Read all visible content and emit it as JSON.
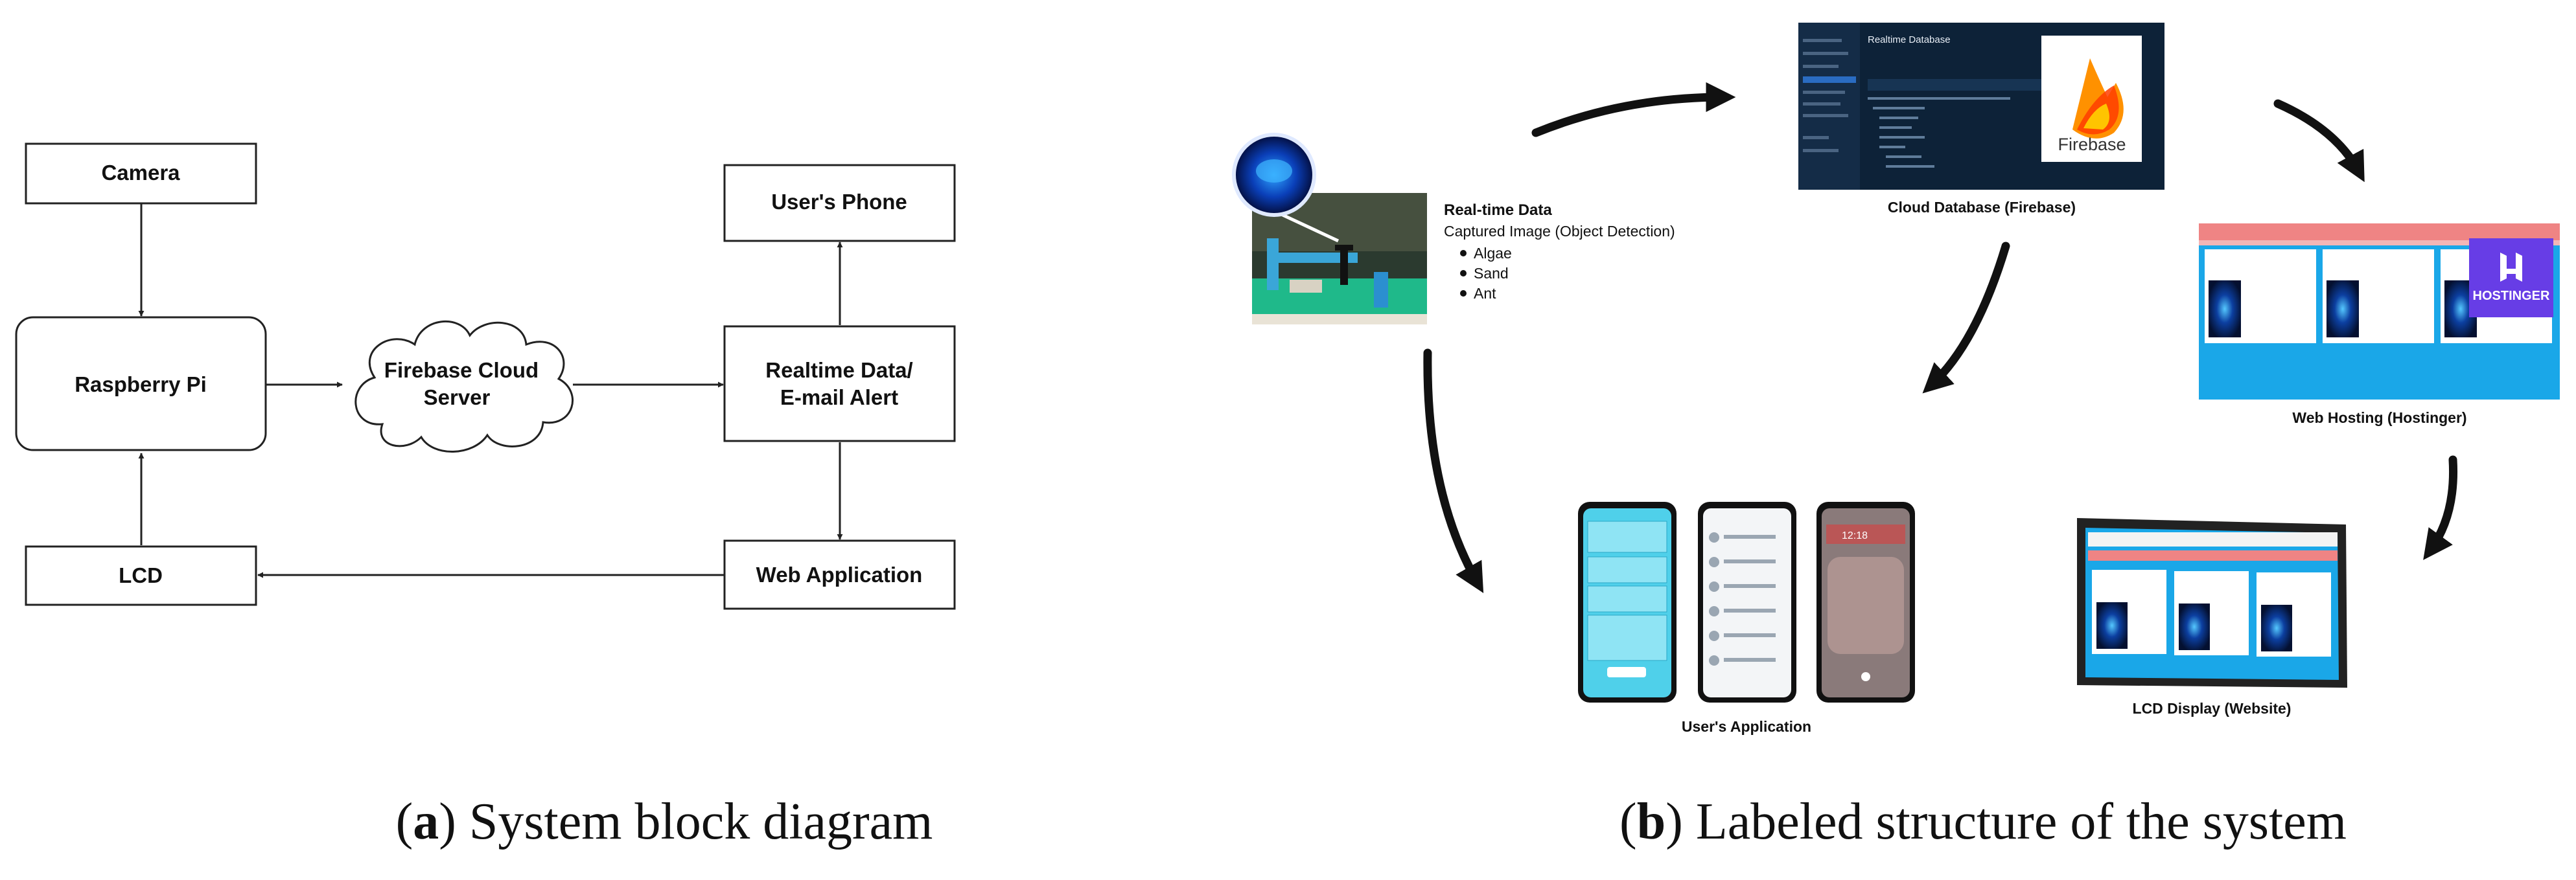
{
  "panel_a": {
    "caption_letter": "a",
    "caption_text": "System block diagram",
    "nodes": {
      "camera": "Camera",
      "raspberry": "Raspberry Pi",
      "firebase_line1": "Firebase Cloud",
      "firebase_line2": "Server",
      "phone": "User's Phone",
      "realtime_line1": "Realtime Data/",
      "realtime_line2": "E-mail Alert",
      "webapp": "Web Application",
      "lcd": "LCD"
    }
  },
  "panel_b": {
    "caption_letter": "b",
    "caption_text": "Labeled structure of the system",
    "realtime": {
      "title": "Real-time Data",
      "subtitle": "Captured Image (Object Detection)",
      "items": [
        "Algae",
        "Sand",
        "Ant"
      ]
    },
    "cloud_label": "Cloud Database (Firebase)",
    "firebase_ui_title": "Realtime Database",
    "firebase_logo_text": "Firebase",
    "web_hosting_label": "Web Hosting (Hostinger)",
    "hostinger_logo_text": "HOSTINGER",
    "user_app_label": "User's Application",
    "lcd_label": "LCD Display (Website)",
    "phone_time": "12:18"
  },
  "colors": {
    "firebase_dark": "#0d2238",
    "firebase_orange": "#ff9100",
    "hostinger_purple": "#673de6",
    "hosting_blue": "#1aa7e8",
    "hosting_red": "#ef8484",
    "phone_cyan": "#4fd0ea"
  }
}
